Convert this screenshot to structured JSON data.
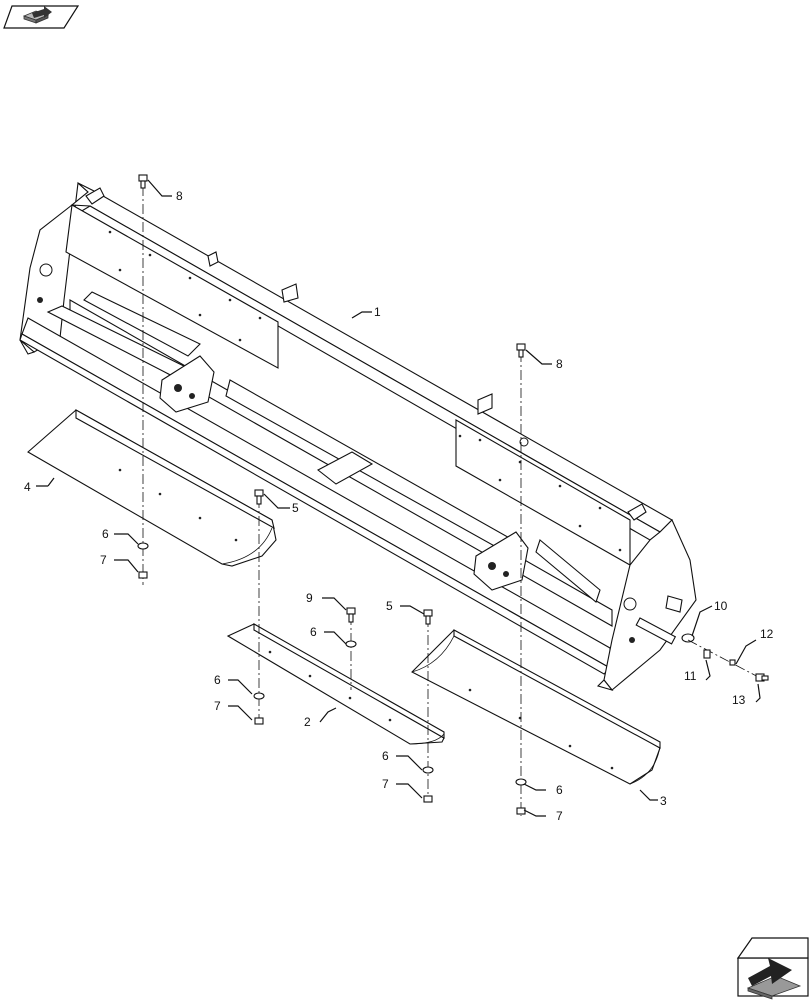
{
  "icons": {
    "top_left": "previous-page-icon",
    "bottom_right": "next-page-icon"
  },
  "callouts": [
    {
      "id": "c1",
      "text": "1"
    },
    {
      "id": "c2",
      "text": "2"
    },
    {
      "id": "c3",
      "text": "3"
    },
    {
      "id": "c4",
      "text": "4"
    },
    {
      "id": "c5a",
      "text": "5"
    },
    {
      "id": "c5b",
      "text": "5"
    },
    {
      "id": "c6a",
      "text": "6"
    },
    {
      "id": "c6b",
      "text": "6"
    },
    {
      "id": "c6c",
      "text": "6"
    },
    {
      "id": "c6d",
      "text": "6"
    },
    {
      "id": "c6e",
      "text": "6"
    },
    {
      "id": "c7a",
      "text": "7"
    },
    {
      "id": "c7b",
      "text": "7"
    },
    {
      "id": "c7c",
      "text": "7"
    },
    {
      "id": "c7d",
      "text": "7"
    },
    {
      "id": "c8a",
      "text": "8"
    },
    {
      "id": "c8b",
      "text": "8"
    },
    {
      "id": "c9",
      "text": "9"
    },
    {
      "id": "c10",
      "text": "10"
    },
    {
      "id": "c11",
      "text": "11"
    },
    {
      "id": "c12",
      "text": "12"
    },
    {
      "id": "c13",
      "text": "13"
    }
  ]
}
